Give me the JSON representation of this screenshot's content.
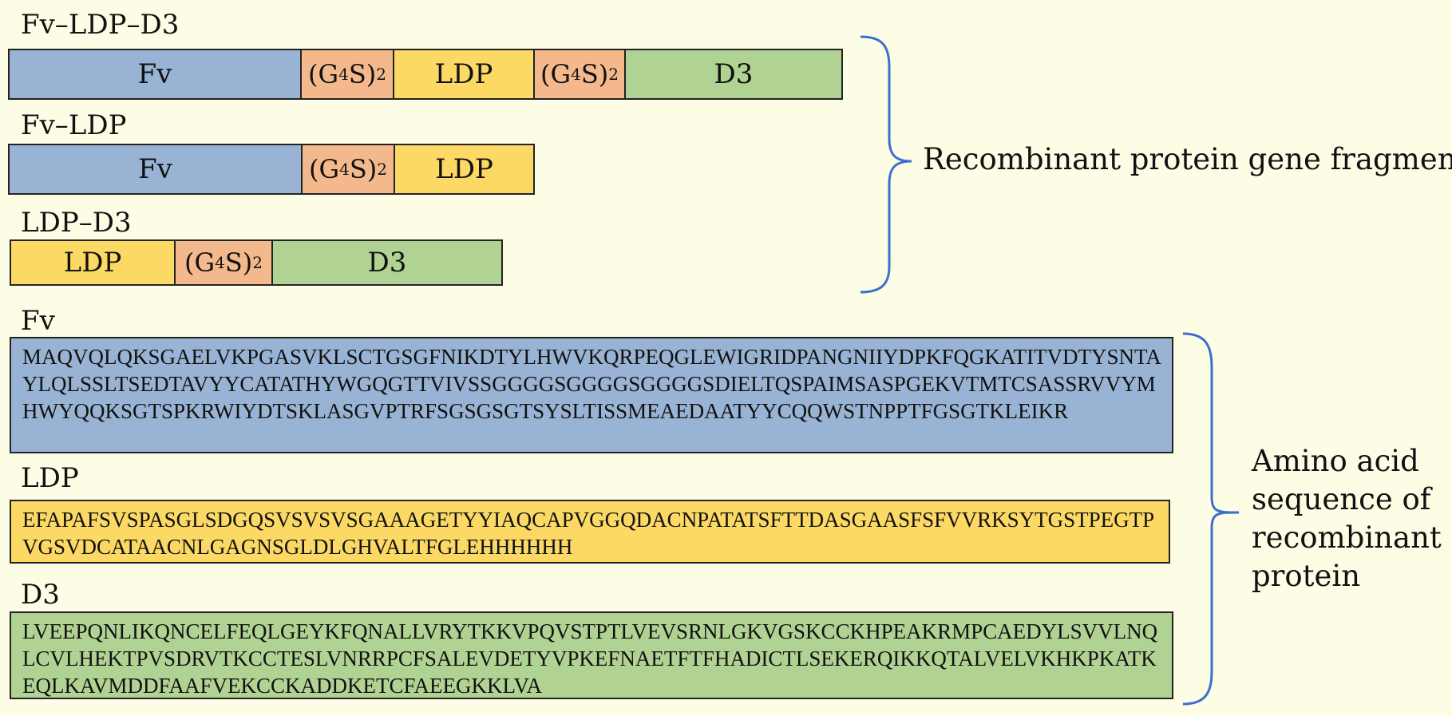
{
  "constructs": {
    "fv_ldp_d3": {
      "title": "Fv–LDP–D3",
      "segments": [
        "Fv",
        "LDP",
        "D3"
      ]
    },
    "fv_ldp": {
      "title": "Fv–LDP",
      "segments": [
        "Fv",
        "LDP"
      ]
    },
    "ldp_d3": {
      "title": "LDP–D3",
      "segments": [
        "LDP",
        "D3"
      ]
    },
    "linker": {
      "base": "(G",
      "sub1": "4",
      "mid": "S)",
      "sub2": "2"
    }
  },
  "sequences": {
    "fv": {
      "title": "Fv",
      "text": "MAQVQLQKSGAELVKPGASVKLSCTGSGFNIKDTYLHWVKQRPEQGLEWIGRIDPANGNIIYDPKFQGKATITVDTYSNTAYLQLSSLTSEDTAVYYCATATHYWGQGTTVIVSSGGGGSGGGGSGGGGSDIELTQSPAIMSASPGEKVTMTCSASSRVVYMHWYQQKSGTSPKRWIYDTSKLASGVPTRFSGSGSGTSYSLTISSMEAEDAATYYCQQWSTNPPTFGSGTKLEIKR"
    },
    "ldp": {
      "title": "LDP",
      "text": "EFAPAFSVSPASGLSDGQSVSVSVSGAAAGETYYIAQCAPVGGQDACNPATATSFTTDASGAASFSFVVRKSYTGSTPEGTPVGSVDCATAACNLGAGNSGLDLGHVALTFGLEHHHHHH"
    },
    "d3": {
      "title": "D3",
      "text": "LVEEPQNLIKQNCELFEQLGEYKFQNALLVRYTKKVPQVSTPTLVEVSRNLGKVGSKCCKHPEAKRMPCAEDYLSVVLNQLCVLHEKTPVSDRVTKCCTESLVNRRPCFSALEVDETYVPKEFNAETFTFHADICTLSEKERQIKKQTALVELVKHKPKATKEQLKAVMDDFAAFVEKCCKADDKETCFAEEGKKLVA"
    }
  },
  "annotations": {
    "gene_fragment": "Recombinant protein gene fragment",
    "amino_acid": [
      "Amino acid",
      "sequence of",
      "recombinant",
      "protein"
    ]
  },
  "colors": {
    "fv": "#99b3d4",
    "linker": "#f3b98c",
    "ldp": "#fcd965",
    "d3": "#b0d293",
    "brace": "#3a6fd1",
    "background": "#fdfde6"
  }
}
